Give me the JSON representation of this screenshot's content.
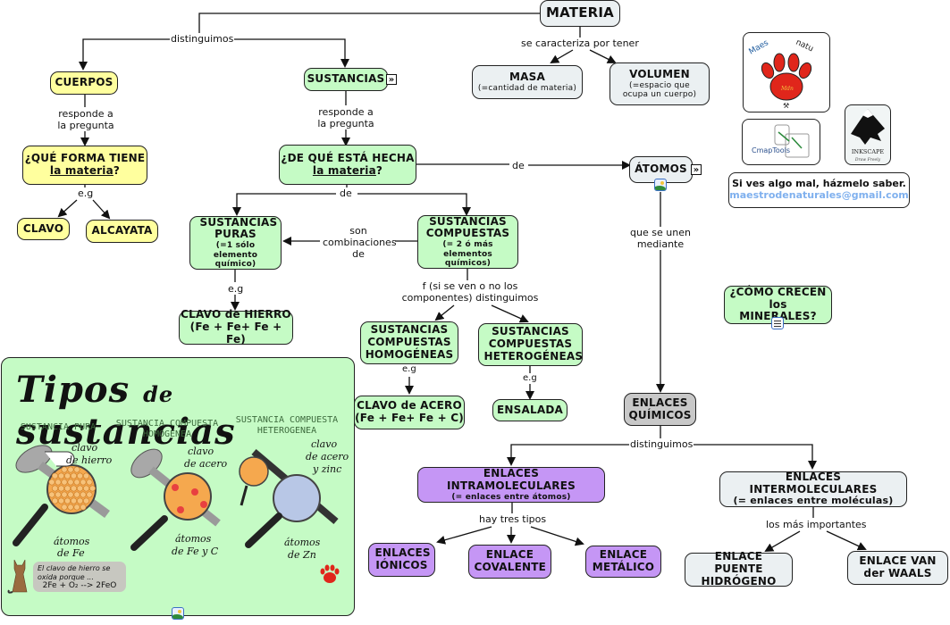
{
  "nodes": {
    "materia": {
      "label": "MATERIA"
    },
    "masa": {
      "label": "MASA",
      "sub": "(=cantidad de materia)"
    },
    "volumen": {
      "label": "VOLUMEN",
      "sub": "(=espacio que ocupa un cuerpo)"
    },
    "cuerpos": {
      "label": "CUERPOS"
    },
    "sustancias": {
      "label": "SUSTANCIAS"
    },
    "que_forma": {
      "label": "¿QUÉ FORMA TIENE",
      "underline": "la materia",
      "tail": "?"
    },
    "de_que": {
      "label": "¿DE QUÉ ESTÁ HECHA",
      "underline": "la materia",
      "tail": "?"
    },
    "clavo": {
      "label": "CLAVO"
    },
    "alcayata": {
      "label": "ALCAYATA"
    },
    "atomos": {
      "label": "ÁTOMOS"
    },
    "puras": {
      "label": "SUSTANCIAS PURAS",
      "sub": "(=1 sólo elemento químico)"
    },
    "compuestas": {
      "label": "SUSTANCIAS COMPUESTAS",
      "sub": "(= 2 ó más elementos químicos)"
    },
    "clavo_hierro": {
      "label": "CLAVO de HIERRO",
      "sub": "(Fe + Fe+ Fe + Fe)"
    },
    "homogeneas": {
      "label": "SUSTANCIAS COMPUESTAS HOMOGÉNEAS"
    },
    "heterogeneas": {
      "label": "SUSTANCIAS COMPUESTAS HETEROGÉNEAS"
    },
    "clavo_acero": {
      "label": "CLAVO de ACERO",
      "sub": "(Fe + Fe+ Fe + C)"
    },
    "ensalada": {
      "label": "ENSALADA"
    },
    "como_crecen": {
      "label": "¿CÓMO CRECEN los MINERALES?"
    },
    "enlaces_quimicos": {
      "label": "ENLACES QUÍMICOS"
    },
    "intra": {
      "label": "ENLACES INTRAMOLECULARES",
      "sub": "(= enlaces entre átomos)"
    },
    "inter": {
      "label": "ENLACES INTERMOLECULARES",
      "sub": "(= enlaces entre moléculas)"
    },
    "ionicos": {
      "label": "ENLACES IÓNICOS"
    },
    "covalente": {
      "label": "ENLACE COVALENTE"
    },
    "metalico": {
      "label": "ENLACE METÁLICO"
    },
    "puente_h": {
      "label": "ENLACE PUENTE HIDRÓGENO"
    },
    "van_der_waals": {
      "label": "ENLACE VAN der WAALS"
    }
  },
  "link_labels": {
    "distinguimos_top": "distinguimos",
    "se_caracteriza": "se caracteriza por tener",
    "responde_1": "responde a la pregunta",
    "responde_2": "responde a la pregunta",
    "eg_1": "e.g",
    "de_1": "de",
    "de_2": "de",
    "que_se_unen": "que se unen mediante",
    "son_combinaciones": "son combinaciones de",
    "eg_2": "e.g",
    "f_si_se_ven": "f (si se ven o no los componentes) distinguimos",
    "eg_3": "e.g",
    "eg_4": "e.g",
    "distinguimos_enlaces": "distinguimos",
    "hay_tres_tipos": "hay tres tipos",
    "los_mas_importantes": "los más importantes"
  },
  "panel": {
    "title_1": "Tipos",
    "title_2": "de",
    "title_3": "sustancias",
    "col1_header": "SUSTANCIA PURA",
    "col2_header": "SUSTANCIA COMPUESTA HOMOGENEA",
    "col3_header": "SUSTANCIA COMPUESTA HETEROGENEA",
    "col1_pointer_1": "clavo",
    "col1_pointer_2": "de hierro",
    "col2_pointer_1": "clavo",
    "col2_pointer_2": "de acero",
    "col3_pointer_1": "clavo",
    "col3_pointer_2": "de acero",
    "col3_pointer_3": "y zinc",
    "col1_atoms_1": "átomos",
    "col1_atoms_2": "de Fe",
    "col2_atoms_1": "átomos",
    "col2_atoms_2": "de Fe y C",
    "col3_atoms_1": "átomos",
    "col3_atoms_2": "de Zn",
    "speech_line_1": "El clavo de hierro se oxida porque ...",
    "speech_eq": "2Fe + O₂ --> 2FeO"
  },
  "logos": {
    "maestro_text": "Maestro de naturales",
    "cmap_text": "CmapTools",
    "inkscape_text": "INKSCAPE",
    "inkscape_sub": "Draw Freely"
  },
  "contact": {
    "line_1": "Si ves algo mal, házmelo saber.",
    "email": "maestrodenaturales@gmail.com"
  },
  "colors": {
    "yellow_node": "#ffff9e",
    "green_node": "#c5fbc5",
    "grey_node": "#ebf0f2",
    "dark_node": "#c8c8c8",
    "purple_node": "#c596f5",
    "email": "#7fb0ee",
    "paw_red": "#e0261b"
  }
}
